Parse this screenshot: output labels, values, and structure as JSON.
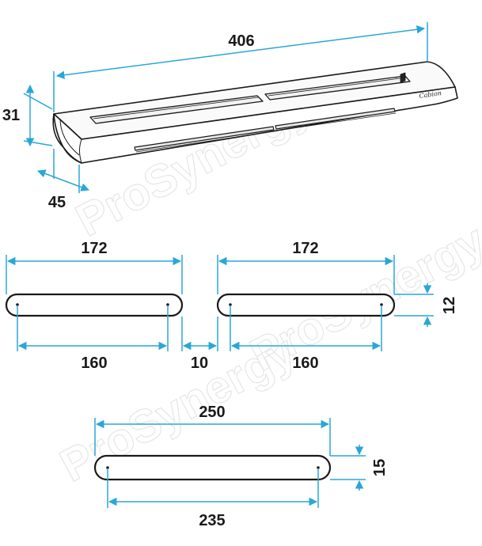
{
  "colors": {
    "dimension": "#2aa6d8",
    "outline": "#1a1a1a",
    "text": "#1a1a1a",
    "watermark": "#e6e6e6"
  },
  "product": {
    "logo_text": "Cabion",
    "watermark": "ProSynergy"
  },
  "dimensions": {
    "length": "406",
    "height": "31",
    "depth": "45",
    "outlet_left_total": "172",
    "outlet_left_centers": "160",
    "outlet_gap": "10",
    "outlet_right_total": "172",
    "outlet_right_centers": "160",
    "outlet_height": "12",
    "wall_total": "250",
    "wall_centers": "235",
    "wall_height": "15"
  }
}
